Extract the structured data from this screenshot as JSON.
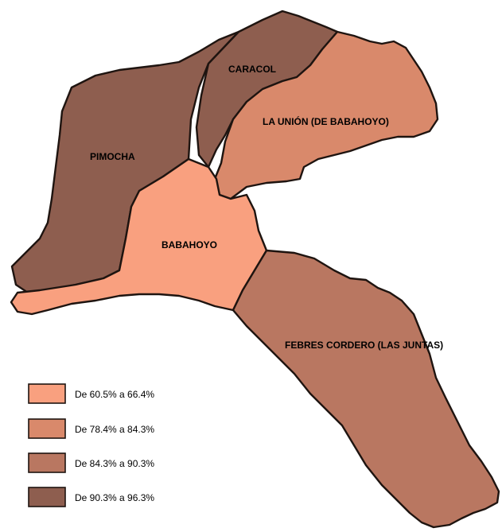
{
  "colors": {
    "class_1": "#f9a07f",
    "class_2": "#d9896b",
    "class_3": "#b97761",
    "class_4": "#8e5e4f",
    "border": "#1e1410"
  },
  "regions": [
    {
      "id": "pimocha",
      "label": "PIMOCHA",
      "class": "class_4"
    },
    {
      "id": "caracol",
      "label": "CARACOL",
      "class": "class_4"
    },
    {
      "id": "la_union",
      "label": "LA UNIÓN (DE BABAHOYO)",
      "class": "class_2"
    },
    {
      "id": "babahoyo",
      "label": "BABAHOYO",
      "class": "class_1"
    },
    {
      "id": "febres_cordero",
      "label": "FEBRES CORDERO (LAS JUNTAS)",
      "class": "class_3"
    }
  ],
  "legend": [
    {
      "label": "De 60.5% a 66.4%",
      "class": "class_1"
    },
    {
      "label": "De 78.4% a 84.3%",
      "class": "class_2"
    },
    {
      "label": "De 84.3% a 90.3%",
      "class": "class_3"
    },
    {
      "label": "De 90.3% a 96.3%",
      "class": "class_4"
    }
  ]
}
